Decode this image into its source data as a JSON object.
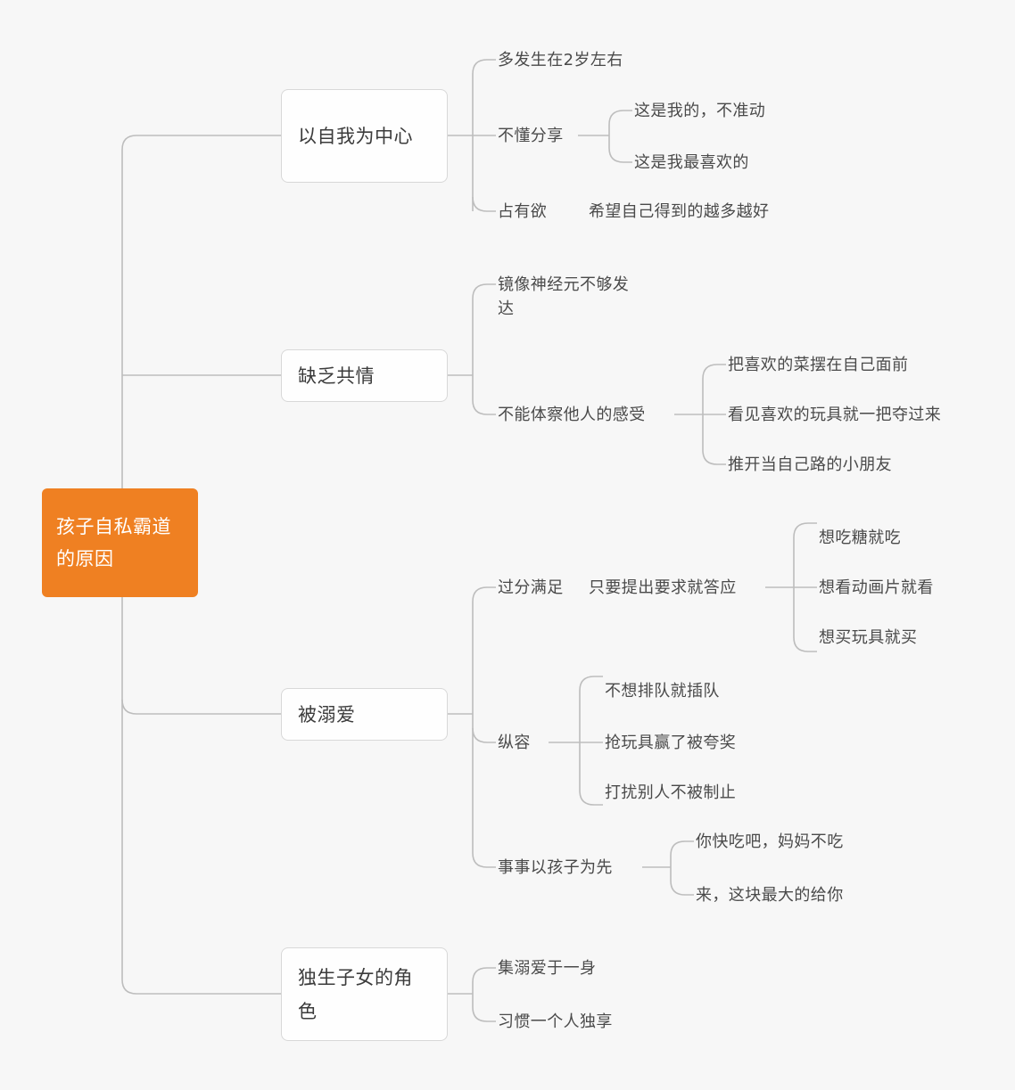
{
  "document": {
    "type": "mind-map",
    "background_color": "#f7f7f7",
    "root_color": "#ef8022",
    "root_text_color": "#ffffff",
    "node_text_color": "#3b3b3b",
    "leaf_text_color": "#4a4a4a",
    "link_color": "#bdbdbd"
  },
  "root": {
    "label": "孩子自私霸道的原因"
  },
  "branches": [
    {
      "label": "以自我为中心",
      "children": [
        {
          "label": "多发生在2岁左右",
          "children": []
        },
        {
          "label": "不懂分享",
          "children": [
            {
              "label": "这是我的，不准动"
            },
            {
              "label": "这是我最喜欢的"
            }
          ]
        },
        {
          "label": "占有欲",
          "children": [
            {
              "label": "希望自己得到的越多越好"
            }
          ]
        }
      ]
    },
    {
      "label": "缺乏共情",
      "children": [
        {
          "label": "镜像神经元不够发达",
          "children": []
        },
        {
          "label": "不能体察他人的感受",
          "children": [
            {
              "label": "把喜欢的菜摆在自己面前"
            },
            {
              "label": "看见喜欢的玩具就一把夺过来"
            },
            {
              "label": "推开当自己路的小朋友"
            }
          ]
        }
      ]
    },
    {
      "label": "被溺爱",
      "children": [
        {
          "label": "过分满足",
          "mid": "只要提出要求就答应",
          "children": [
            {
              "label": "想吃糖就吃"
            },
            {
              "label": "想看动画片就看"
            },
            {
              "label": "想买玩具就买"
            }
          ]
        },
        {
          "label": "纵容",
          "children": [
            {
              "label": "不想排队就插队"
            },
            {
              "label": "抢玩具赢了被夸奖"
            },
            {
              "label": "打扰别人不被制止"
            }
          ]
        },
        {
          "label": "事事以孩子为先",
          "children": [
            {
              "label": "你快吃吧，妈妈不吃"
            },
            {
              "label": "来，这块最大的给你"
            }
          ]
        }
      ]
    },
    {
      "label": "独生子女的角色",
      "children": [
        {
          "label": "集溺爱于一身",
          "children": []
        },
        {
          "label": "习惯一个人独享",
          "children": []
        }
      ]
    }
  ]
}
